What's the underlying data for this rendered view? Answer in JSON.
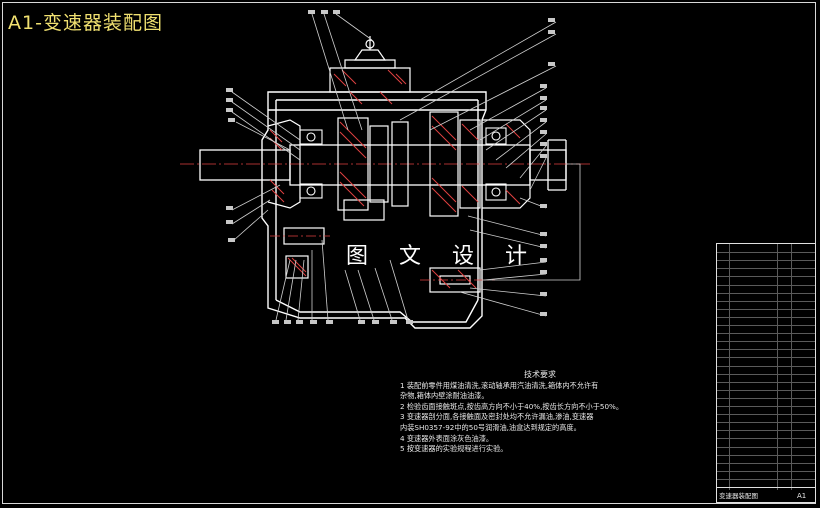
{
  "drawing": {
    "title": "A1-变速器装配图",
    "watermark": "图 文 设 计"
  },
  "technical_requirements": {
    "title": "技术要求",
    "items": [
      "1  装配前零件用煤油清洗,滚动轴承用汽油清洗,箱体内不允许有",
      "    杂物,箱体内壁涂耐油油漆。",
      "2  检验齿面接触斑点,按齿高方向不小于40%,按齿长方向不小于50%。",
      "3  变速器剖分面,各接触面及密封处均不允许漏油,渗油,变速器",
      "    内装SH0357-92中的50号润滑油,油盒达到规定的高度。",
      "4  变速器外表面涂灰色油漆。",
      "5  按变速器的实验规程进行实验。"
    ]
  },
  "title_block": {
    "name": "变速器装配图",
    "code": "A1"
  },
  "colors": {
    "outline": "#ffffff",
    "title": "#f0e070",
    "leader": "#d0d0d0",
    "centerline": "#e04040",
    "hatch": "#e04040",
    "part": "#ffffff"
  }
}
